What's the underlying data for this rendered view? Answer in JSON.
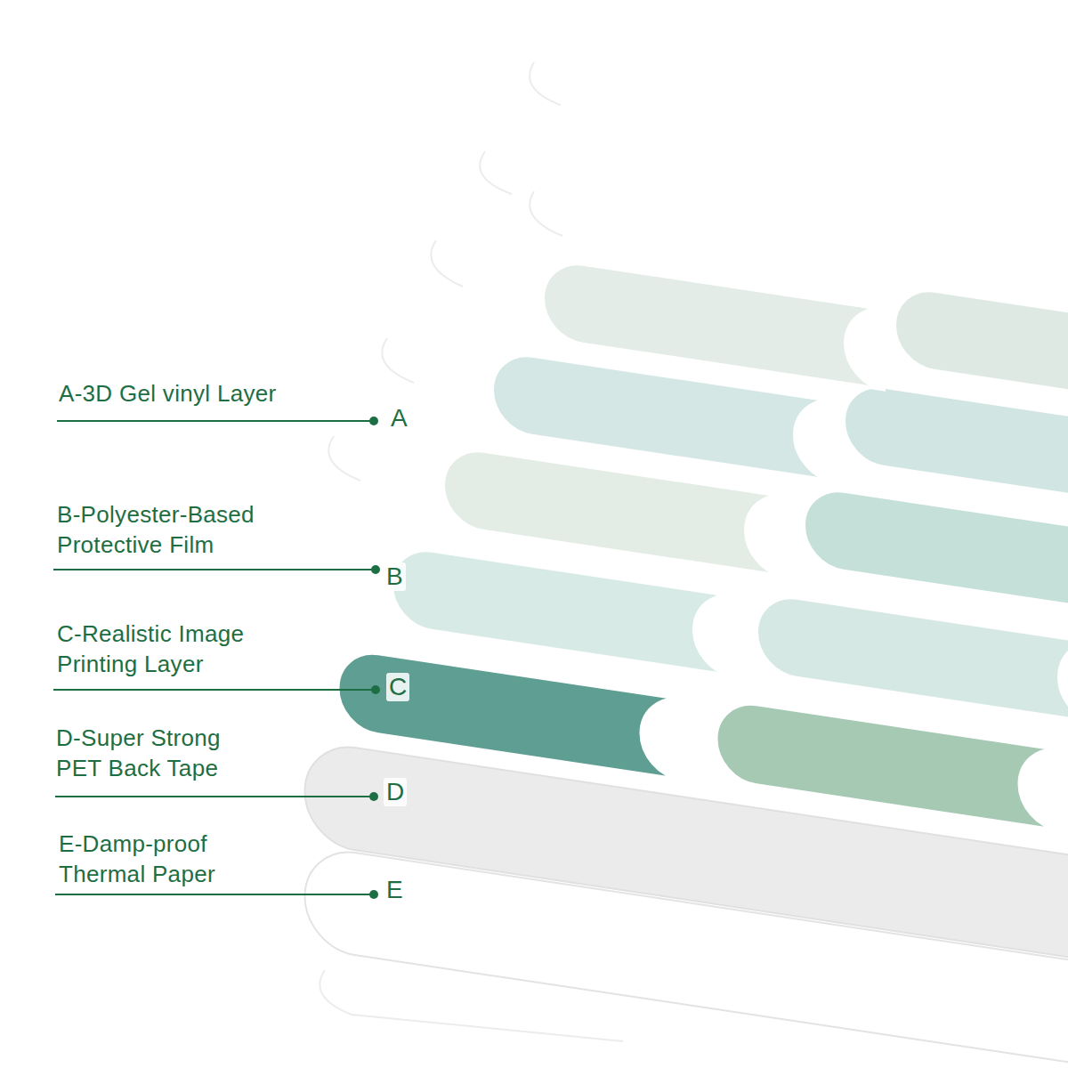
{
  "diagram": {
    "labels": [
      "A-3D Gel vinyl Layer",
      "A",
      "B-Polyester-Based Protective Film",
      "B",
      "C-Realistic Image Printing Layer",
      "C",
      "D-Super Strong PET Back Tape",
      "D",
      "E-Damp-proof Thermal Paper",
      "E"
    ]
  }
}
